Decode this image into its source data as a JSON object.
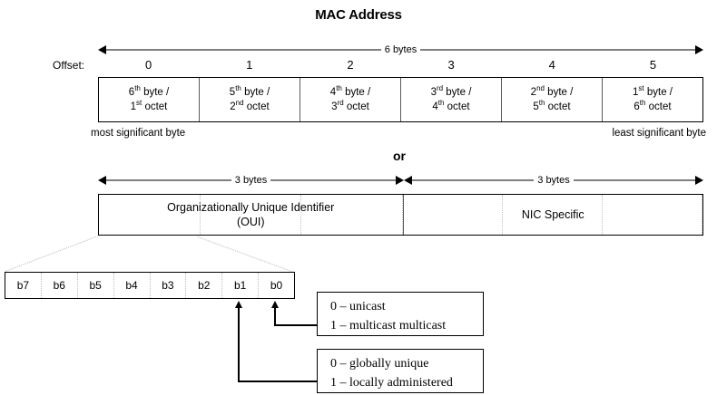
{
  "title": "MAC Address",
  "or_label": "or",
  "byte_layout": {
    "span_label": "6 bytes",
    "offset_label": "Offset:",
    "offsets": [
      "0",
      "1",
      "2",
      "3",
      "4",
      "5"
    ],
    "cells": [
      {
        "line1_num": "6",
        "line1_ord": "th",
        "line1_rest": " byte /",
        "line2_num": "1",
        "line2_ord": "st",
        "line2_rest": " octet"
      },
      {
        "line1_num": "5",
        "line1_ord": "th",
        "line1_rest": " byte /",
        "line2_num": "2",
        "line2_ord": "nd",
        "line2_rest": " octet"
      },
      {
        "line1_num": "4",
        "line1_ord": "th",
        "line1_rest": " byte /",
        "line2_num": "3",
        "line2_ord": "rd",
        "line2_rest": " octet"
      },
      {
        "line1_num": "3",
        "line1_ord": "rd",
        "line1_rest": " byte /",
        "line2_num": "4",
        "line2_ord": "th",
        "line2_rest": " octet"
      },
      {
        "line1_num": "2",
        "line1_ord": "nd",
        "line1_rest": " byte /",
        "line2_num": "5",
        "line2_ord": "th",
        "line2_rest": " octet"
      },
      {
        "line1_num": "1",
        "line1_ord": "st",
        "line1_rest": " byte /",
        "line2_num": "6",
        "line2_ord": "th",
        "line2_rest": " octet"
      }
    ],
    "msb_label": "most significant byte",
    "lsb_label": "least significant byte"
  },
  "split_layout": {
    "left_span_label": "3 bytes",
    "right_span_label": "3 bytes",
    "oui_line1": "Organizationally Unique Identifier",
    "oui_line2": "(OUI)",
    "nic_label": "NIC Specific"
  },
  "bit_layout": {
    "bits": [
      "b7",
      "b6",
      "b5",
      "b4",
      "b3",
      "b2",
      "b1",
      "b0"
    ]
  },
  "callouts": {
    "unicast": {
      "line1": "0 – unicast",
      "line2": "1 – multicast multicast"
    },
    "scope": {
      "line1": "0 – globally unique",
      "line2": "1 – locally administered"
    }
  },
  "colors": {
    "ink": "#000000",
    "dim_bar": "#7f7f7f",
    "cell_divider": "#5a5a5a",
    "dotted_divider": "#c0c0c0"
  }
}
